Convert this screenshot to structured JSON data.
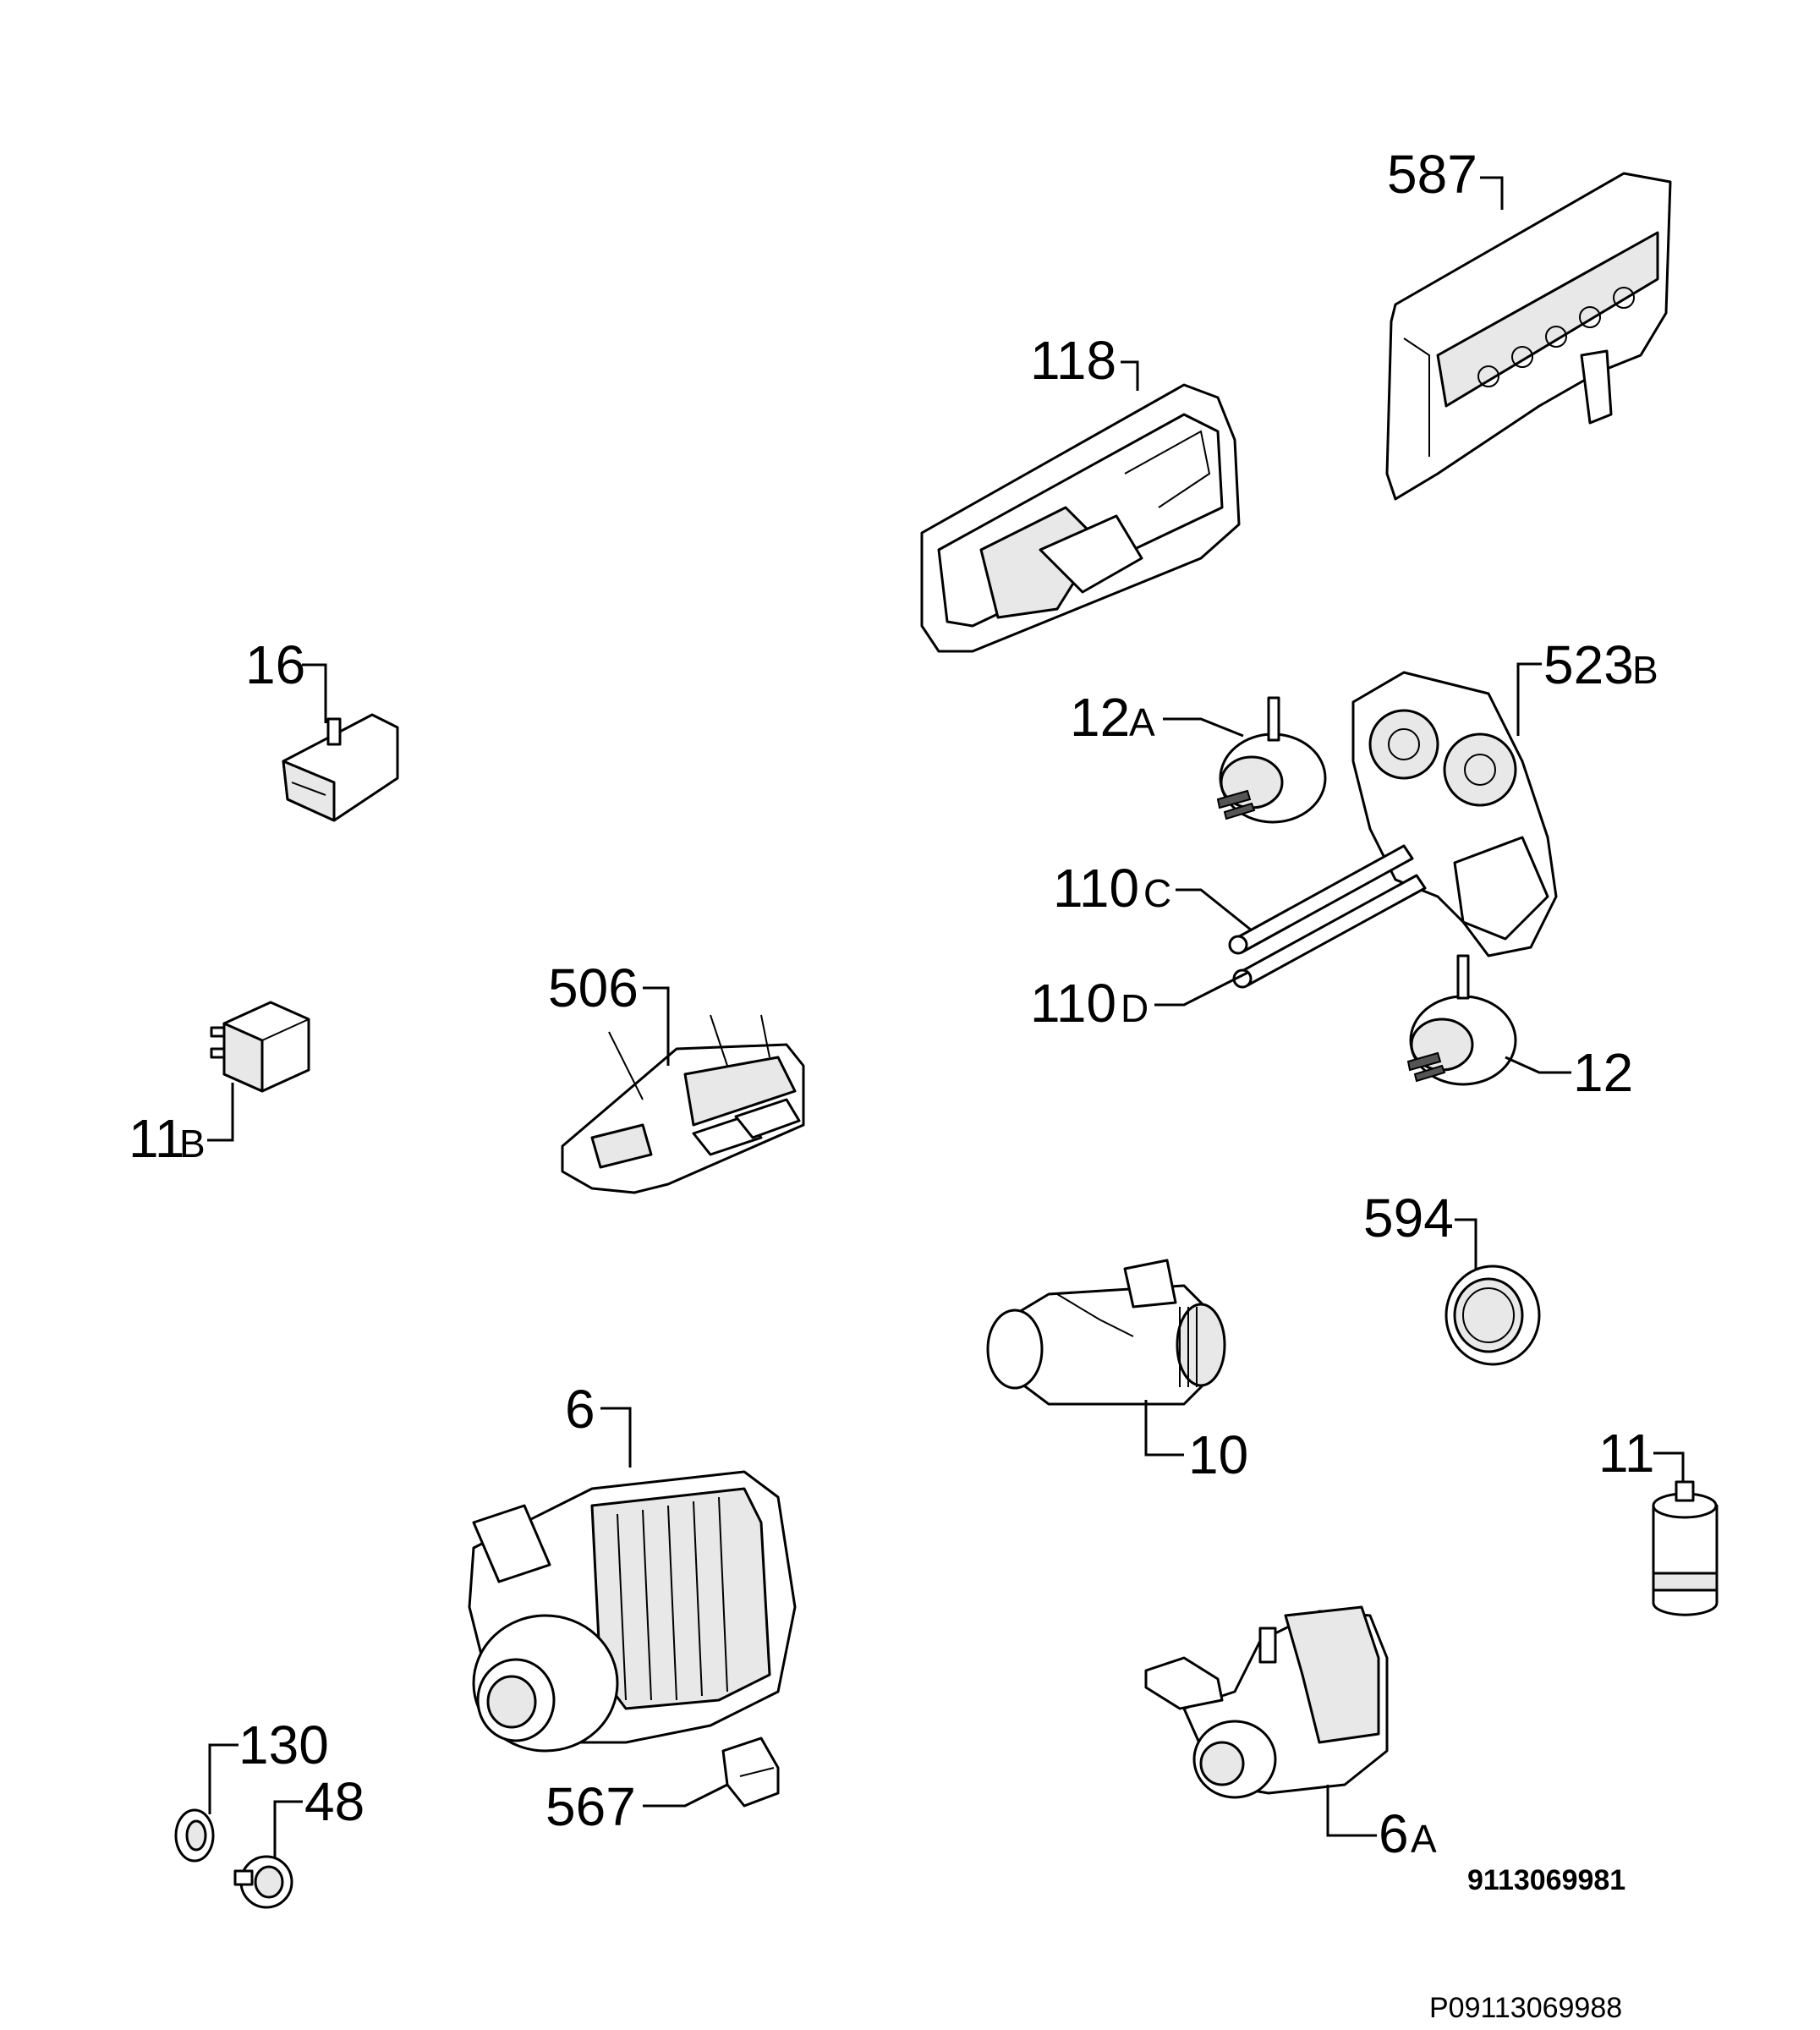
{
  "labels": {
    "p587": "587",
    "p118": "118",
    "p16": "16",
    "p523": "523",
    "p523_suffix": "B",
    "p12a": "12",
    "p12a_suffix": "A",
    "p110c": "110",
    "p110c_suffix": "C",
    "p110d": "110",
    "p110d_suffix": "D",
    "p12": "12",
    "p506": "506",
    "p11b": "11",
    "p11b_suffix": "B",
    "p594": "594",
    "p10": "10",
    "p6": "6",
    "p11": "11",
    "p130": "130",
    "p48": "48",
    "p567": "567",
    "p6a": "6",
    "p6a_suffix": "A"
  },
  "codes": {
    "drawing_number": "9113069981",
    "page_code": "P09113069988"
  }
}
